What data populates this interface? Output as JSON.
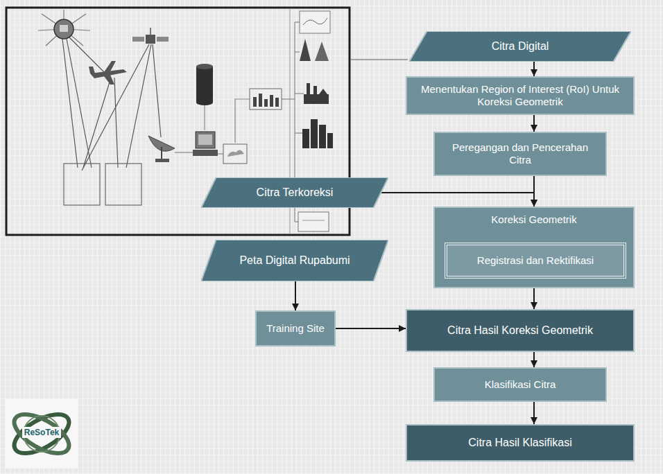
{
  "diagram": {
    "nodes": [
      {
        "text": [
          "Citra Digital"
        ]
      },
      {
        "text": [
          "Menentukan Region of Interest (RoI) Untuk Koreksi Geometrik"
        ]
      },
      {
        "text": [
          "Peregangan dan Pencerahan Citra"
        ]
      },
      {
        "text": [
          "Citra Terkoreksi"
        ]
      },
      {
        "text": [
          "Koreksi Geometrik"
        ]
      },
      {
        "text": [
          "Registrasi dan Rektifikasi"
        ],
        "in": 4
      },
      {
        "text": [
          "Peta Digital Rupabumi"
        ]
      },
      {
        "text": [
          "Training Site"
        ]
      },
      {
        "text": [
          "Citra Hasil Koreksi Geometrik"
        ]
      },
      {
        "text": [
          "Klasifikasi Citra"
        ]
      },
      {
        "text": [
          "Citra Hasil Klasifikasi"
        ]
      }
    ],
    "edges": [
      {
        "from": 0,
        "to": 1,
        "arrow": "to"
      },
      {
        "from": 1,
        "to": 2,
        "arrow": "to"
      },
      {
        "from": 2,
        "to": 4,
        "arrow": "to"
      },
      {
        "from": 3,
        "to": 4,
        "arrow": "to"
      },
      {
        "from": 4,
        "to": 8,
        "arrow": "to"
      },
      {
        "from": 6,
        "to": 7,
        "arrow": "to"
      },
      {
        "from": 7,
        "to": 8,
        "arrow": "to"
      },
      {
        "from": 8,
        "to": 9,
        "arrow": "to"
      },
      {
        "from": 9,
        "to": 10,
        "arrow": "to"
      }
    ],
    "labels": [
      "ReSoTek"
    ]
  }
}
